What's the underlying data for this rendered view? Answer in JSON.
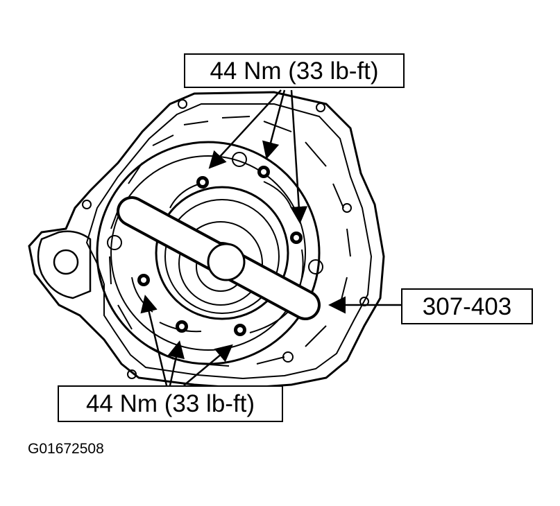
{
  "labels": {
    "torque_top": "44 Nm (33 lb-ft)",
    "torque_bottom": "44 Nm (33 lb-ft)",
    "tool_number": "307-403"
  },
  "figure_id": "G01672508",
  "colors": {
    "ink": "#000000",
    "paper": "#ffffff"
  },
  "icons": [
    "bolt-head-icon",
    "arrow-icon"
  ]
}
